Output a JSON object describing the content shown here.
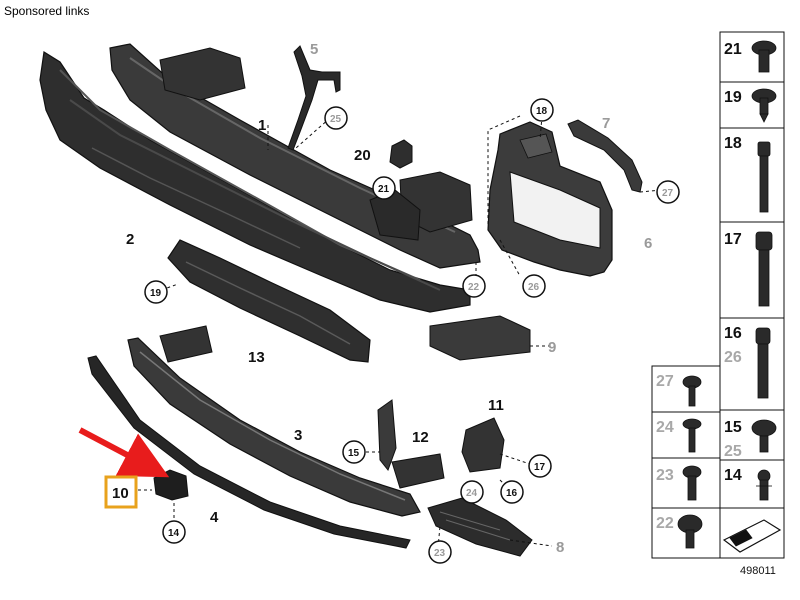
{
  "header": {
    "sponsored": "Sponsored links"
  },
  "doc_number": "498011",
  "highlight_color": "#e8a21c",
  "arrow_color": "#e81c1c",
  "callouts": {
    "p1": "1",
    "p2": "2",
    "p3": "3",
    "p4": "4",
    "p5": "5",
    "p6": "6",
    "p7": "7",
    "p8": "8",
    "p9": "9",
    "p10": "10",
    "p11": "11",
    "p12": "12",
    "p13": "13",
    "p14": "14",
    "p15": "15",
    "p16": "16",
    "p17": "17",
    "p18": "18",
    "p19": "19",
    "p20": "20",
    "p21": "21",
    "p23": "23",
    "p24": "24",
    "p25": "25",
    "p26": "26",
    "p27": "27",
    "p22": "22"
  },
  "hardware": {
    "c21": "21",
    "c19": "19",
    "c18": "18",
    "c17": "17",
    "c16": "16",
    "c26": "26",
    "c27": "27",
    "c24": "24",
    "c15": "15",
    "c25": "25",
    "c23": "23",
    "c14": "14",
    "c22": "22"
  }
}
